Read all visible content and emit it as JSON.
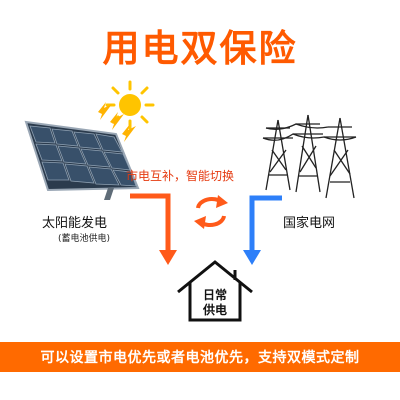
{
  "title": "用电双保险",
  "solar": {
    "label": "太阳能发电",
    "sub": "(蓄电池供电)"
  },
  "grid": {
    "label": "国家电网"
  },
  "mutual": "市电互补，智能切换",
  "house": {
    "line1": "日常",
    "line2": "供电"
  },
  "banner": "可以设置市电优先或者电池优先，支持双模式定制",
  "colors": {
    "title": "#ff5a00",
    "left_arrow": "#ff5a1a",
    "right_arrow": "#2d7ff9",
    "banner_bg": "#ff6a00",
    "sun": "#ffc400"
  },
  "icons": [
    "sun-icon",
    "solar-panel-icon",
    "power-tower-icon",
    "cycle-arrows-icon",
    "house-icon"
  ]
}
